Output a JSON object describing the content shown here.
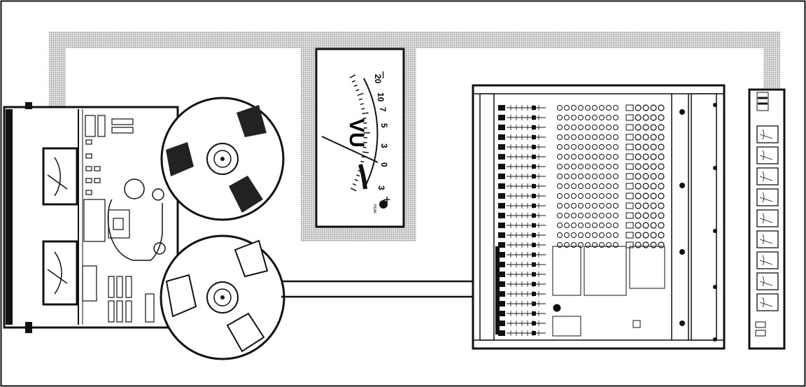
{
  "vu_meter": {
    "label": "VU",
    "minus_sign": "–",
    "plus_sign": "+",
    "peak_label": "PEAK",
    "scale": [
      "20",
      "10",
      "7",
      "5",
      "3",
      "0",
      "3"
    ]
  },
  "equipment": [
    "tape-recorder",
    "vu-meter",
    "mixing-console",
    "meter-bridge"
  ],
  "colors": {
    "ink": "#111111",
    "paper": "#ffffff",
    "halftone": "#b8b8b8"
  }
}
